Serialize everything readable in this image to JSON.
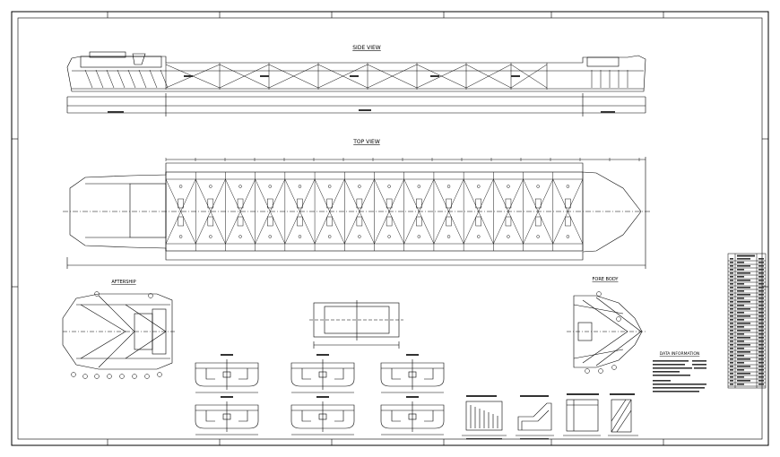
{
  "drawing": {
    "views": {
      "side_view": "SIDE VIEW",
      "top_view": "TOP VIEW",
      "aftership": "AFTERSHIP",
      "forebody": "FORE BODY"
    },
    "legend_title": "DATA INFORMATION"
  },
  "colors": {
    "ink": "#000000",
    "paper": "#ffffff",
    "dim_fill": "#333333"
  }
}
